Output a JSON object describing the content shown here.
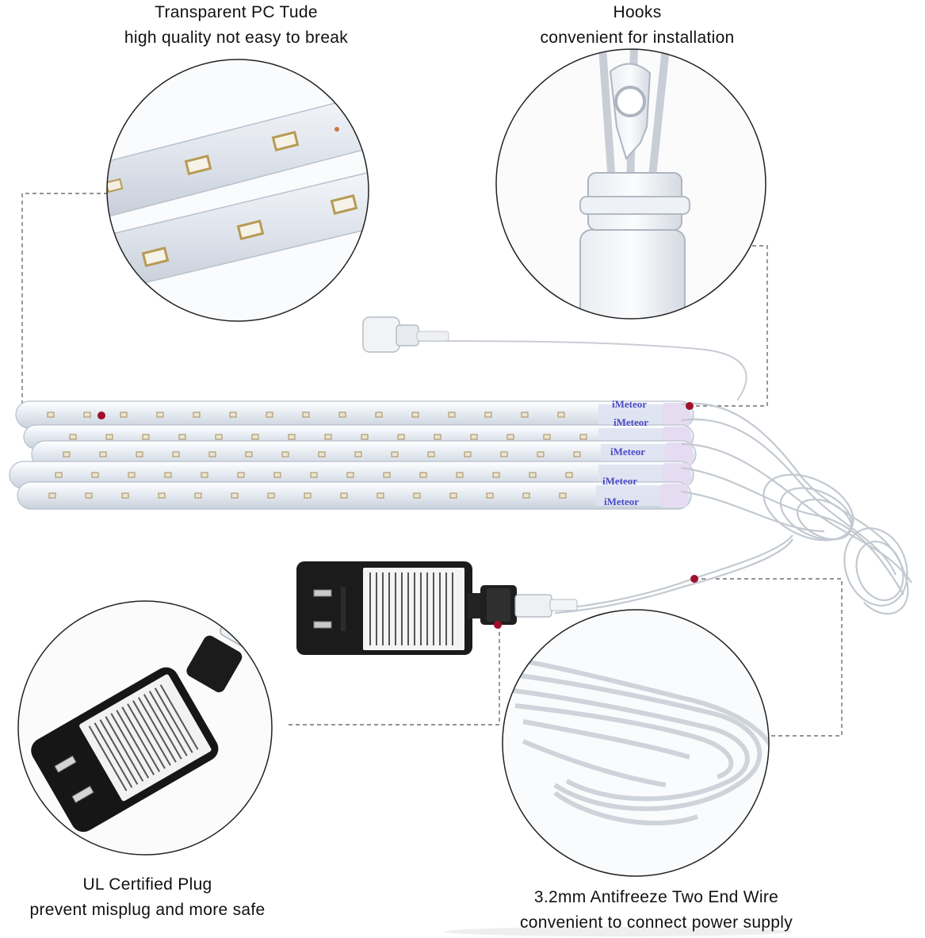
{
  "features": {
    "tube": {
      "title": "Transparent PC Tude",
      "subtitle": "high quality not easy to break"
    },
    "hooks": {
      "title": "Hooks",
      "subtitle": "convenient for installation"
    },
    "plug": {
      "title": "UL Certified Plug",
      "subtitle": "prevent misplug and more safe"
    },
    "wire": {
      "title": "3.2mm Antifreeze Two End Wire",
      "subtitle": "convenient to connect power supply"
    }
  },
  "product": {
    "brand_labels": [
      "iMeteor",
      "iMeteor",
      "iMeteor",
      "iMeteor",
      "iMeteor"
    ]
  },
  "colors": {
    "marker": "#a0102e",
    "leader_line": "#555555",
    "tube_tint": "#e8edf3",
    "adapter": "#1b1b1b"
  }
}
